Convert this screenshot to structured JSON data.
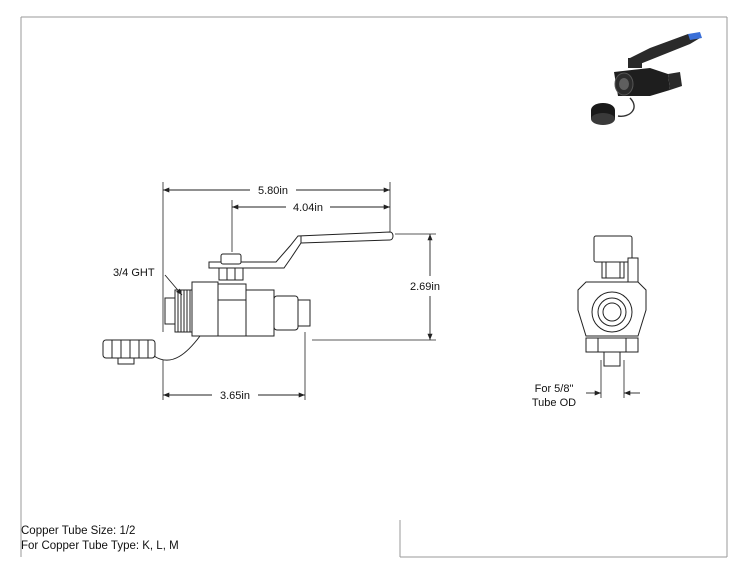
{
  "dimensions": {
    "overall_length": "5.80in",
    "handle_offset": "4.04in",
    "height": "2.69in",
    "body_length": "3.65in",
    "thread": "3/4 GHT",
    "tube_od_line1": "For 5/8\"",
    "tube_od_line2": "Tube OD"
  },
  "notes": {
    "tube_size": "Copper Tube Size: 1/2",
    "tube_type": "For Copper Tube Type: K, L, M"
  },
  "colors": {
    "line": "#222222",
    "frame": "#9a9a9a",
    "iso_dark": "#2a2a2a",
    "iso_accent": "#3a6fd8"
  }
}
